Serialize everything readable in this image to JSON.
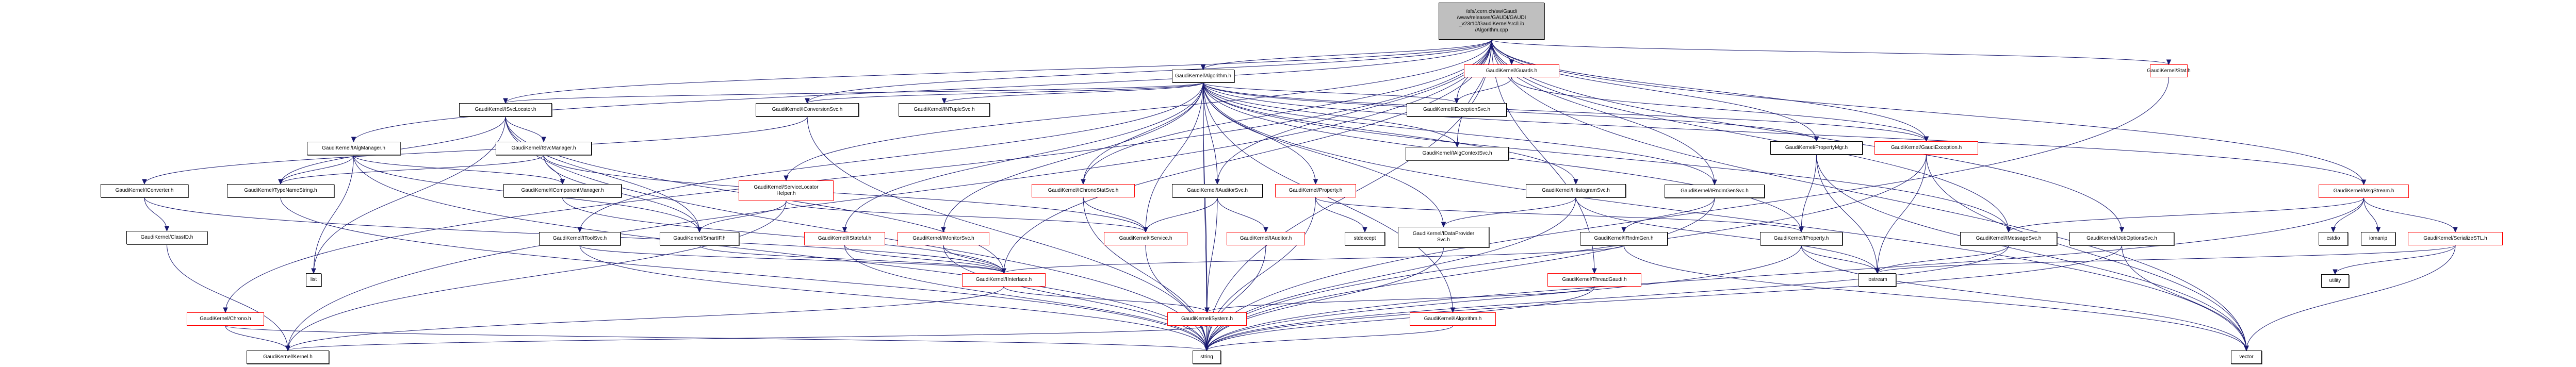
{
  "root": {
    "id": "root",
    "label": "/afs/.cern.ch/sw/Gaudi\n/www/releases/GAUDI/GAUDI\n_v23r10/GaudiKernel/src/Lib\n/Algorithm.cpp"
  },
  "colors": {
    "edge": "#191970",
    "missing_border": "#ff0000",
    "root_fill": "#bfbfbf"
  },
  "nodes": [
    {
      "id": "algorithm_h",
      "label": "GaudiKernel/Algorithm.h",
      "red": false
    },
    {
      "id": "guards_h",
      "label": "GaudiKernel/Guards.h",
      "red": true
    },
    {
      "id": "stat_h",
      "label": "GaudiKernel/Stat.h",
      "red": true
    },
    {
      "id": "isvclocator_h",
      "label": "GaudiKernel/ISvcLocator.h",
      "red": false
    },
    {
      "id": "iconversionsvc_h",
      "label": "GaudiKernel/IConversionSvc.h",
      "red": false
    },
    {
      "id": "intuplesvc_h",
      "label": "GaudiKernel/INTupleSvc.h",
      "red": false
    },
    {
      "id": "iexceptionsvc_h",
      "label": "GaudiKernel/IExceptionSvc.h",
      "red": false
    },
    {
      "id": "ialgmanager_h",
      "label": "GaudiKernel/IAlgManager.h",
      "red": false
    },
    {
      "id": "isvcmanager_h",
      "label": "GaudiKernel/ISvcManager.h",
      "red": false
    },
    {
      "id": "ialgcontextsvc_h",
      "label": "GaudiKernel/IAlgContextSvc.h",
      "red": false
    },
    {
      "id": "propertymgr_h",
      "label": "GaudiKernel/PropertyMgr.h",
      "red": false
    },
    {
      "id": "gaudiexception_h",
      "label": "GaudiKernel/GaudiException.h",
      "red": true
    },
    {
      "id": "iconverter_h",
      "label": "GaudiKernel/IConverter.h",
      "red": false
    },
    {
      "id": "typenamestring_h",
      "label": "GaudiKernel/TypeNameString.h",
      "red": false
    },
    {
      "id": "icomponentmanager_h",
      "label": "GaudiKernel/IComponentManager.h",
      "red": false
    },
    {
      "id": "servicelocatorhelper_h",
      "label": "GaudiKernel/ServiceLocator\nHelper.h",
      "red": true
    },
    {
      "id": "ichronostatsvc_h",
      "label": "GaudiKernel/IChronoStatSvc.h",
      "red": true
    },
    {
      "id": "iauditorsvc_h",
      "label": "GaudiKernel/IAuditorSvc.h",
      "red": false
    },
    {
      "id": "property_h",
      "label": "GaudiKernel/Property.h",
      "red": true
    },
    {
      "id": "ihistogramsvc_h",
      "label": "GaudiKernel/IHistogramSvc.h",
      "red": false
    },
    {
      "id": "irndmgensvc_h",
      "label": "GaudiKernel/IRndmGenSvc.h",
      "red": false
    },
    {
      "id": "msgstream_h",
      "label": "GaudiKernel/MsgStream.h",
      "red": true
    },
    {
      "id": "classid_h",
      "label": "GaudiKernel/ClassID.h",
      "red": false
    },
    {
      "id": "itoolsvc_h",
      "label": "GaudiKernel/IToolSvc.h",
      "red": false
    },
    {
      "id": "smartif_h",
      "label": "GaudiKernel/SmartIF.h",
      "red": false
    },
    {
      "id": "istateful_h",
      "label": "GaudiKernel/IStateful.h",
      "red": true
    },
    {
      "id": "imonitorsvc_h",
      "label": "GaudiKernel/IMonitorSvc.h",
      "red": true
    },
    {
      "id": "iservice_h",
      "label": "GaudiKernel/IService.h",
      "red": true
    },
    {
      "id": "iauditor_h",
      "label": "GaudiKernel/IAuditor.h",
      "red": true
    },
    {
      "id": "stdexcept",
      "label": "stdexcept",
      "red": false
    },
    {
      "id": "idataprovidersvc_h",
      "label": "GaudiKernel/IDataProvider\nSvc.h",
      "red": false
    },
    {
      "id": "irndmgen_h",
      "label": "GaudiKernel/IRndmGen.h",
      "red": false
    },
    {
      "id": "iproperty_h",
      "label": "GaudiKernel/IProperty.h",
      "red": false
    },
    {
      "id": "imessagesvc_h",
      "label": "GaudiKernel/IMessageSvc.h",
      "red": false
    },
    {
      "id": "ijoboptionssvc_h",
      "label": "GaudiKernel/IJobOptionsSvc.h",
      "red": false
    },
    {
      "id": "cstdio",
      "label": "cstdio",
      "red": false
    },
    {
      "id": "iomanip",
      "label": "iomanip",
      "red": false
    },
    {
      "id": "serializestl_h",
      "label": "GaudiKernel/SerializeSTL.h",
      "red": true
    },
    {
      "id": "list",
      "label": "list",
      "red": false
    },
    {
      "id": "iinterface_h",
      "label": "GaudiKernel/IInterface.h",
      "red": true
    },
    {
      "id": "iostream",
      "label": "iostream",
      "red": false
    },
    {
      "id": "threadgaudi_h",
      "label": "GaudiKernel/ThreadGaudi.h",
      "red": true
    },
    {
      "id": "utility",
      "label": "utility",
      "red": false
    },
    {
      "id": "chrono_h",
      "label": "GaudiKernel/Chrono.h",
      "red": true
    },
    {
      "id": "system_h",
      "label": "GaudiKernel/System.h",
      "red": true
    },
    {
      "id": "ialgorithm_h",
      "label": "GaudiKernel/IAlgorithm.h",
      "red": true
    },
    {
      "id": "kernel_h",
      "label": "GaudiKernel/Kernel.h",
      "red": false
    },
    {
      "id": "string",
      "label": "string",
      "red": false
    },
    {
      "id": "vector",
      "label": "vector",
      "red": false
    }
  ],
  "edges": [
    [
      "root",
      "algorithm_h"
    ],
    [
      "root",
      "guards_h"
    ],
    [
      "root",
      "stat_h"
    ],
    [
      "root",
      "msgstream_h"
    ],
    [
      "root",
      "iexceptionsvc_h"
    ],
    [
      "root",
      "gaudiexception_h"
    ],
    [
      "root",
      "propertymgr_h"
    ],
    [
      "root",
      "isvclocator_h"
    ],
    [
      "root",
      "iconversionsvc_h"
    ],
    [
      "root",
      "ialgmanager_h"
    ],
    [
      "root",
      "ichronostatsvc_h"
    ],
    [
      "root",
      "iauditorsvc_h"
    ],
    [
      "root",
      "ijoboptionssvc_h"
    ],
    [
      "root",
      "imessagesvc_h"
    ],
    [
      "root",
      "irndmgensvc_h"
    ],
    [
      "root",
      "ialgcontextsvc_h"
    ],
    [
      "root",
      "iinterface_h"
    ],
    [
      "root",
      "servicelocatorhelper_h"
    ],
    [
      "root",
      "threadgaudi_h"
    ],
    [
      "root",
      "chrono_h"
    ],
    [
      "root",
      "kernel_h"
    ],
    [
      "root",
      "string"
    ],
    [
      "root",
      "vector"
    ],
    [
      "algorithm_h",
      "isvclocator_h"
    ],
    [
      "algorithm_h",
      "iconversionsvc_h"
    ],
    [
      "algorithm_h",
      "intuplesvc_h"
    ],
    [
      "algorithm_h",
      "iexceptionsvc_h"
    ],
    [
      "algorithm_h",
      "ialgcontextsvc_h"
    ],
    [
      "algorithm_h",
      "propertymgr_h"
    ],
    [
      "algorithm_h",
      "gaudiexception_h"
    ],
    [
      "algorithm_h",
      "ichronostatsvc_h"
    ],
    [
      "algorithm_h",
      "iauditorsvc_h"
    ],
    [
      "algorithm_h",
      "property_h"
    ],
    [
      "algorithm_h",
      "ihistogramsvc_h"
    ],
    [
      "algorithm_h",
      "irndmgensvc_h"
    ],
    [
      "algorithm_h",
      "msgstream_h"
    ],
    [
      "algorithm_h",
      "itoolsvc_h"
    ],
    [
      "algorithm_h",
      "istateful_h"
    ],
    [
      "algorithm_h",
      "imonitorsvc_h"
    ],
    [
      "algorithm_h",
      "iservice_h"
    ],
    [
      "algorithm_h",
      "idataprovidersvc_h"
    ],
    [
      "algorithm_h",
      "iproperty_h"
    ],
    [
      "algorithm_h",
      "imessagesvc_h"
    ],
    [
      "algorithm_h",
      "ialgorithm_h"
    ],
    [
      "algorithm_h",
      "system_h"
    ],
    [
      "algorithm_h",
      "string"
    ],
    [
      "algorithm_h",
      "vector"
    ],
    [
      "guards_h",
      "iexceptionsvc_h"
    ],
    [
      "guards_h",
      "gaudiexception_h"
    ],
    [
      "isvclocator_h",
      "isvcmanager_h"
    ],
    [
      "isvclocator_h",
      "typenamestring_h"
    ],
    [
      "isvclocator_h",
      "smartif_h"
    ],
    [
      "isvclocator_h",
      "list"
    ],
    [
      "isvclocator_h",
      "iinterface_h"
    ],
    [
      "isvclocator_h",
      "string"
    ],
    [
      "isvcmanager_h",
      "icomponentmanager_h"
    ],
    [
      "isvcmanager_h",
      "typenamestring_h"
    ],
    [
      "isvcmanager_h",
      "smartif_h"
    ],
    [
      "isvcmanager_h",
      "iservice_h"
    ],
    [
      "ialgmanager_h",
      "typenamestring_h"
    ],
    [
      "ialgmanager_h",
      "list"
    ],
    [
      "ialgmanager_h",
      "smartif_h"
    ],
    [
      "ialgmanager_h",
      "string"
    ],
    [
      "ialgmanager_h",
      "icomponentmanager_h"
    ],
    [
      "iconversionsvc_h",
      "iconverter_h"
    ],
    [
      "iconversionsvc_h",
      "string"
    ],
    [
      "iconverter_h",
      "classid_h"
    ],
    [
      "iconverter_h",
      "iinterface_h"
    ],
    [
      "classid_h",
      "kernel_h"
    ],
    [
      "typenamestring_h",
      "string"
    ],
    [
      "icomponentmanager_h",
      "iinterface_h"
    ],
    [
      "servicelocatorhelper_h",
      "smartif_h"
    ],
    [
      "servicelocatorhelper_h",
      "iservice_h"
    ],
    [
      "servicelocatorhelper_h",
      "kernel_h"
    ],
    [
      "itoolsvc_h",
      "iinterface_h"
    ],
    [
      "itoolsvc_h",
      "string"
    ],
    [
      "smartif_h",
      "iinterface_h"
    ],
    [
      "istateful_h",
      "iinterface_h"
    ],
    [
      "istateful_h",
      "string"
    ],
    [
      "imonitorsvc_h",
      "iinterface_h"
    ],
    [
      "imonitorsvc_h",
      "string"
    ],
    [
      "ichronostatsvc_h",
      "iservice_h"
    ],
    [
      "ichronostatsvc_h",
      "string"
    ],
    [
      "iauditorsvc_h",
      "iservice_h"
    ],
    [
      "iauditorsvc_h",
      "iauditor_h"
    ],
    [
      "iauditorsvc_h",
      "system_h"
    ],
    [
      "property_h",
      "stdexcept"
    ],
    [
      "property_h",
      "string"
    ],
    [
      "property_h",
      "iproperty_h"
    ],
    [
      "iservice_h",
      "string"
    ],
    [
      "iauditor_h",
      "string"
    ],
    [
      "ihistogramsvc_h",
      "idataprovidersvc_h"
    ],
    [
      "ihistogramsvc_h",
      "iostream"
    ],
    [
      "ihistogramsvc_h",
      "string"
    ],
    [
      "irndmgensvc_h",
      "irndmgen_h"
    ],
    [
      "irndmgensvc_h",
      "string"
    ],
    [
      "irndmgen_h",
      "vector"
    ],
    [
      "irndmgen_h",
      "iinterface_h"
    ],
    [
      "idataprovidersvc_h",
      "string"
    ],
    [
      "propertymgr_h",
      "iproperty_h"
    ],
    [
      "propertymgr_h",
      "iostream"
    ],
    [
      "propertymgr_h",
      "vector"
    ],
    [
      "gaudiexception_h",
      "iostream"
    ],
    [
      "gaudiexception_h",
      "string"
    ],
    [
      "gaudiexception_h",
      "vector"
    ],
    [
      "iproperty_h",
      "iostream"
    ],
    [
      "iproperty_h",
      "string"
    ],
    [
      "iproperty_h",
      "vector"
    ],
    [
      "imessagesvc_h",
      "iostream"
    ],
    [
      "imessagesvc_h",
      "string"
    ],
    [
      "ijoboptionssvc_h",
      "vector"
    ],
    [
      "ijoboptionssvc_h",
      "string"
    ],
    [
      "msgstream_h",
      "imessagesvc_h"
    ],
    [
      "msgstream_h",
      "cstdio"
    ],
    [
      "msgstream_h",
      "iomanip"
    ],
    [
      "msgstream_h",
      "serializestl_h"
    ],
    [
      "msgstream_h",
      "string"
    ],
    [
      "serializestl_h",
      "utility"
    ],
    [
      "serializestl_h",
      "vector"
    ],
    [
      "serializestl_h",
      "iostream"
    ],
    [
      "threadgaudi_h",
      "system_h"
    ],
    [
      "threadgaudi_h",
      "string"
    ],
    [
      "iinterface_h",
      "kernel_h"
    ],
    [
      "iinterface_h",
      "system_h"
    ],
    [
      "chrono_h",
      "kernel_h"
    ],
    [
      "chrono_h",
      "string"
    ],
    [
      "system_h",
      "kernel_h"
    ],
    [
      "system_h",
      "string"
    ],
    [
      "ialgorithm_h",
      "string"
    ],
    [
      "stat_h",
      "string"
    ]
  ]
}
